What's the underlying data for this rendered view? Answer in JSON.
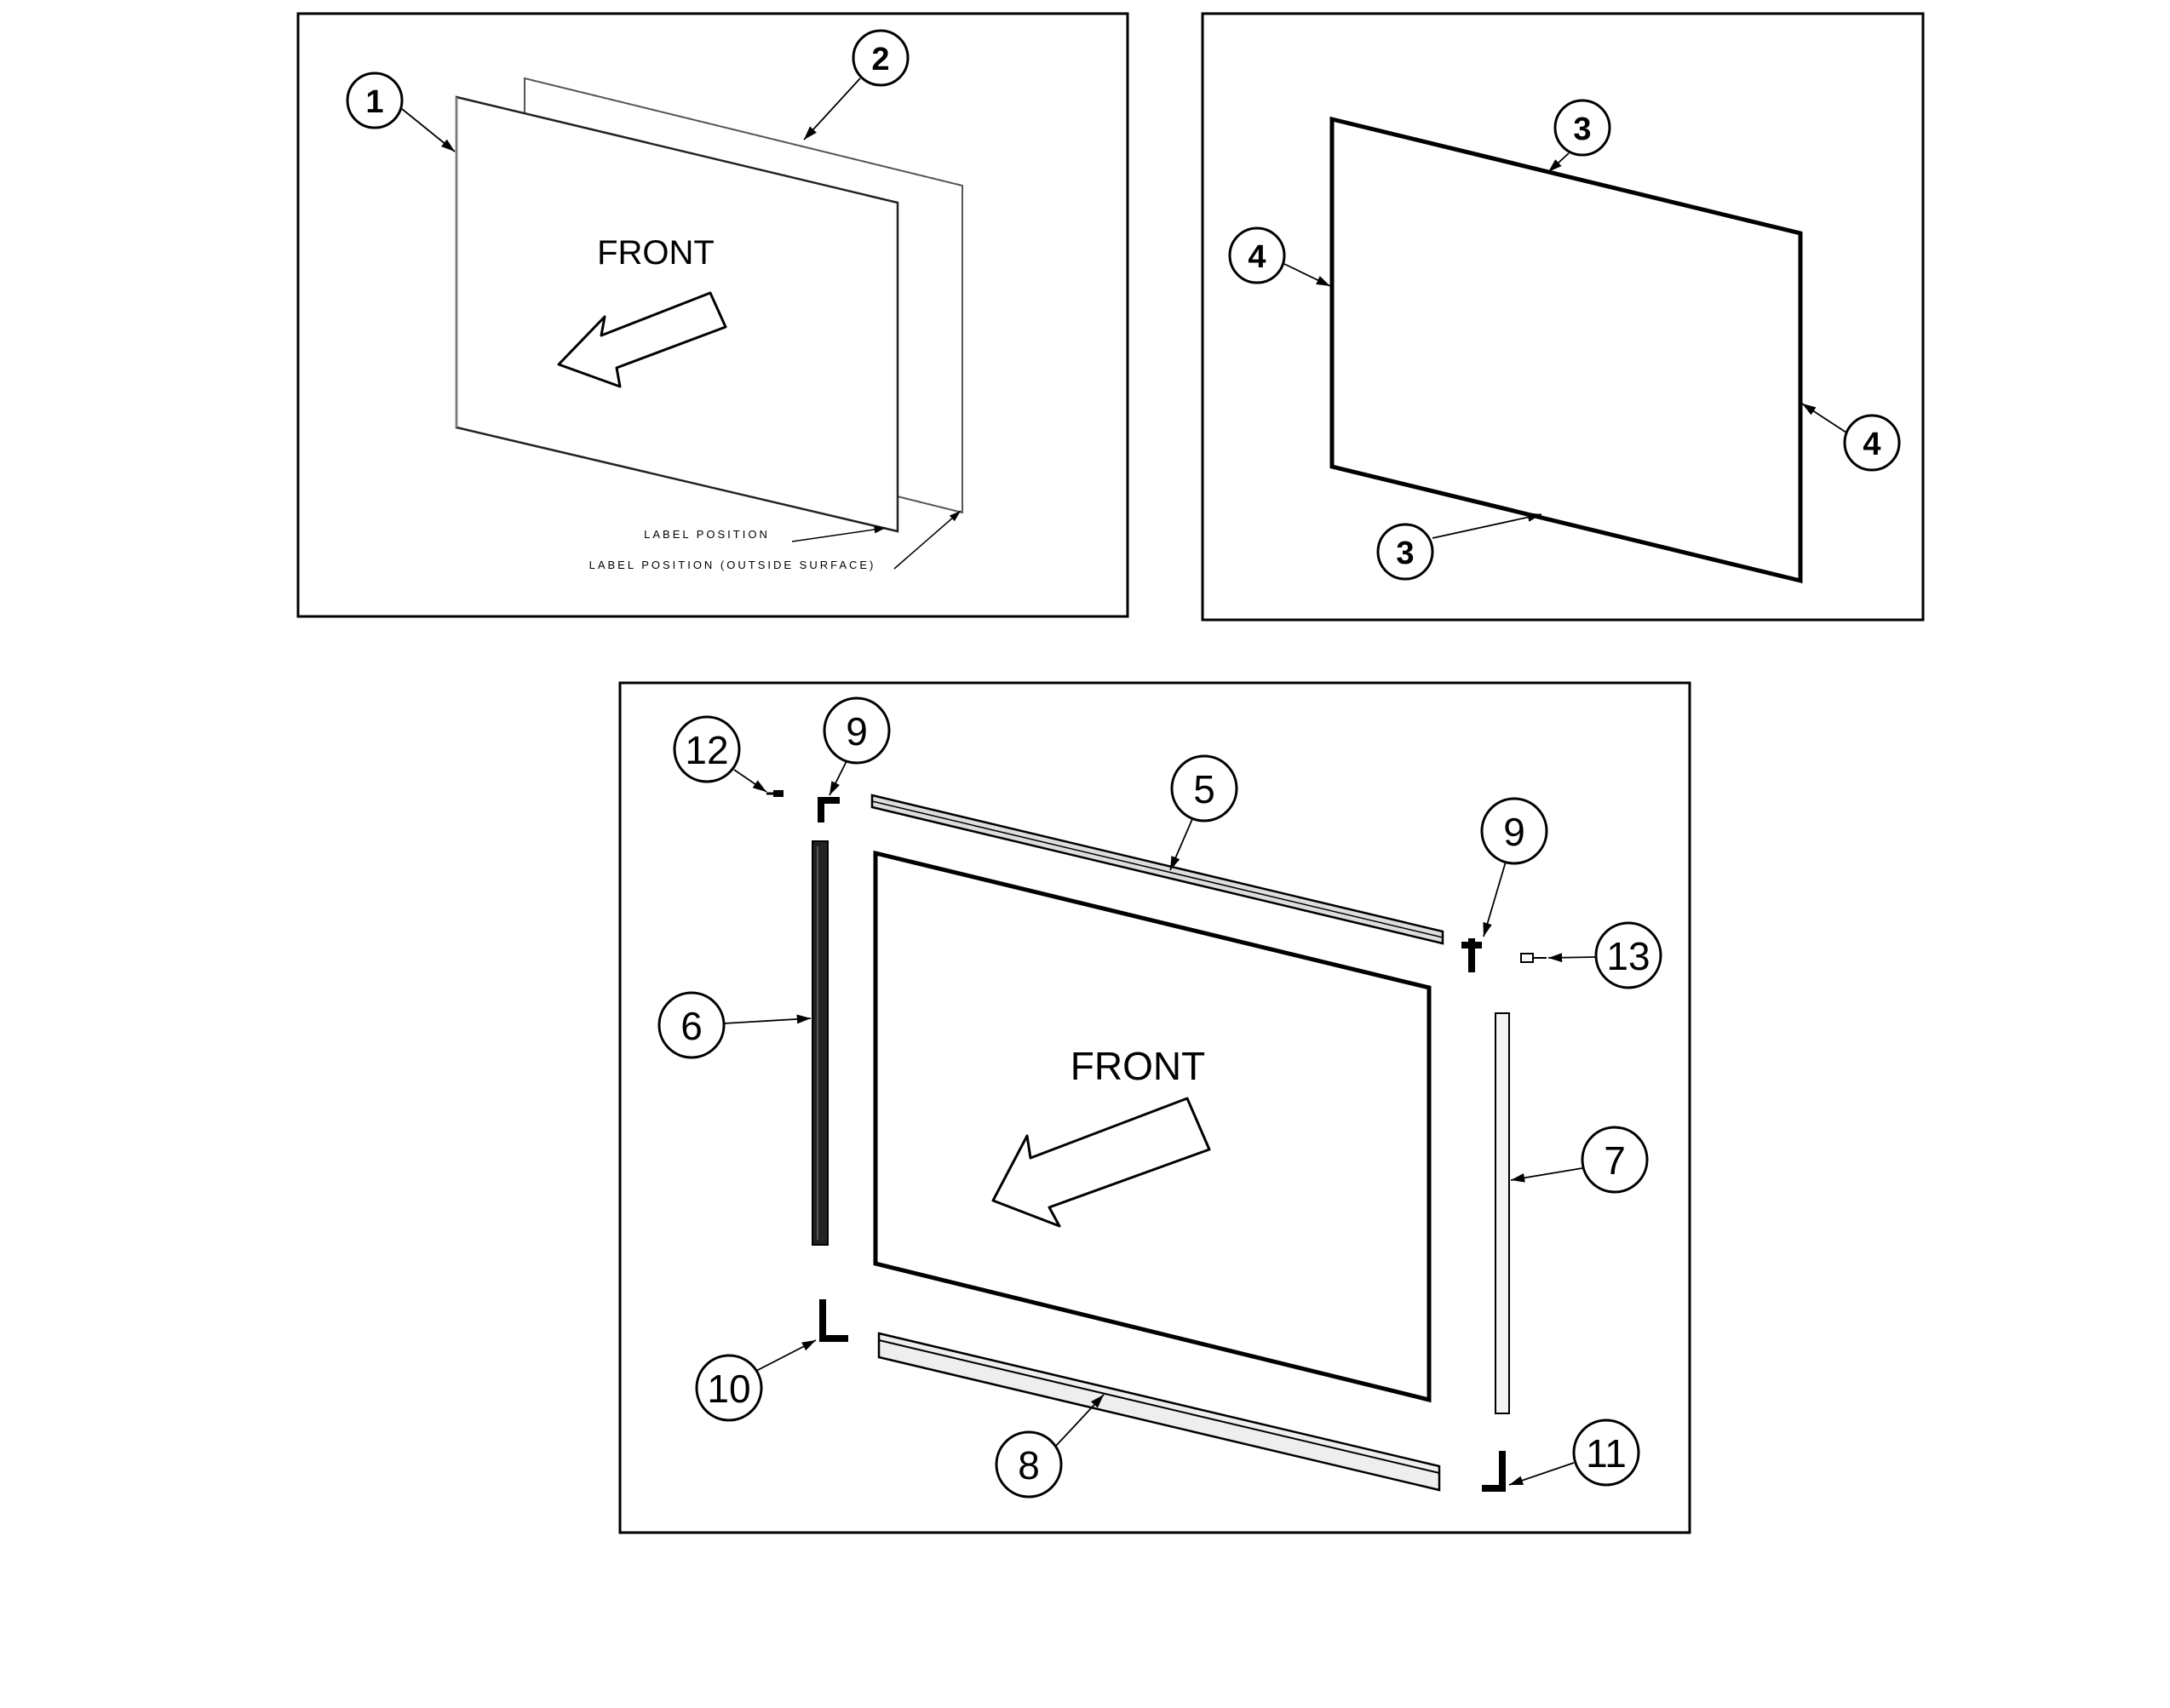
{
  "panel_top_left": {
    "front_label": "FRONT",
    "label_position": "LABEL POSITION",
    "label_position_outside": "LABEL POSITION (OUTSIDE SURFACE)",
    "callouts": [
      "1",
      "2"
    ]
  },
  "panel_top_right": {
    "callouts": [
      "3",
      "4",
      "4",
      "3"
    ]
  },
  "panel_bottom": {
    "front_label": "FRONT",
    "callouts": [
      "12",
      "9",
      "5",
      "9",
      "13",
      "6",
      "7",
      "10",
      "8",
      "11"
    ]
  }
}
